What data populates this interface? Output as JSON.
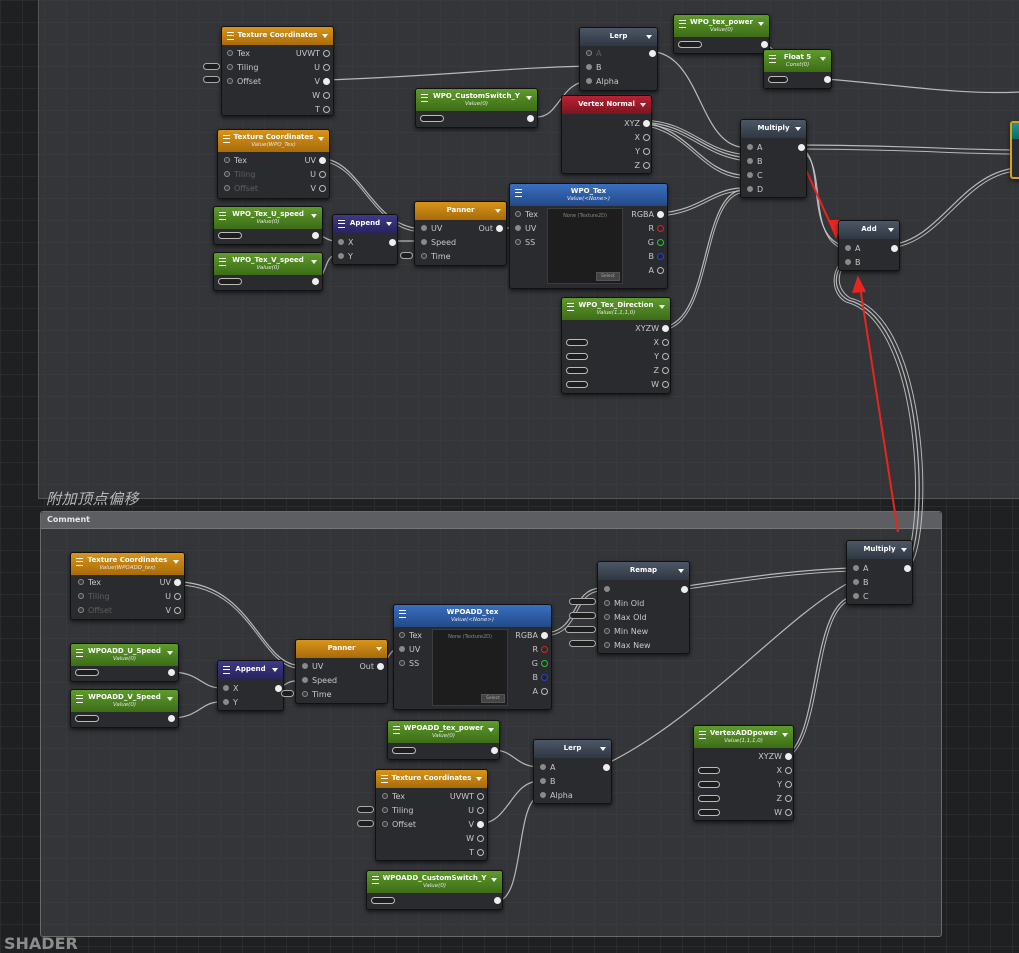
{
  "comment": {
    "title": "附加顶点偏移",
    "bar_label": "Comment"
  },
  "footer": {
    "label": "SHADER"
  },
  "defaults": {
    "value0": "Value(0)",
    "const0": "Const(0)"
  },
  "nodes": {
    "tc1": {
      "title": "Texture Coordinates",
      "pins": [
        "Tex",
        "Tiling",
        "Offset",
        "UVWT",
        "U",
        "V",
        "W",
        "T"
      ]
    },
    "tc2": {
      "title": "Texture Coordinates",
      "subtitle": "Value(WPO_Tex)",
      "pins": [
        "Tex",
        "Tiling",
        "Offset",
        "UV",
        "U",
        "V"
      ]
    },
    "wpo_u": {
      "title": "WPO_Tex_U_speed",
      "subtitle": "Value(0)"
    },
    "wpo_v": {
      "title": "WPO_Tex_V_speed",
      "subtitle": "Value(0)"
    },
    "append1": {
      "title": "Append",
      "pins": [
        "X",
        "Y"
      ]
    },
    "panner1": {
      "title": "Panner",
      "pins": [
        "UV",
        "Speed",
        "Time",
        "Out"
      ]
    },
    "wpo_tex": {
      "title": "WPO_Tex",
      "subtitle": "Value(<None>)",
      "pins": [
        "Tex",
        "UV",
        "SS",
        "RGBA",
        "R",
        "G",
        "B",
        "A"
      ],
      "preview": "None (Texture2D)",
      "select": "Select"
    },
    "switch1": {
      "title": "WPO_CustomSwitch_Y",
      "subtitle": "Value(0)"
    },
    "lerp1": {
      "title": "Lerp",
      "pins": [
        "A",
        "B",
        "Alpha"
      ]
    },
    "texpower": {
      "title": "WPO_tex_power",
      "subtitle": "Value(0)"
    },
    "float5": {
      "title": "Float 5",
      "subtitle": "Const(0)"
    },
    "vnormal": {
      "title": "Vertex Normal",
      "pins": [
        "XYZ",
        "X",
        "Y",
        "Z"
      ]
    },
    "mul1": {
      "title": "Multiply",
      "pins": [
        "A",
        "B",
        "C",
        "D"
      ]
    },
    "add": {
      "title": "Add",
      "pins": [
        "A",
        "B"
      ]
    },
    "direction": {
      "title": "WPO_Tex_Direction",
      "subtitle": "Value(1,1,1,0)",
      "pins": [
        "XYZW",
        "X",
        "Y",
        "Z",
        "W"
      ]
    },
    "tc3": {
      "title": "Texture Coordinates",
      "subtitle": "Value(WPOADD_tex)",
      "pins": [
        "Tex",
        "Tiling",
        "Offset",
        "UV",
        "U",
        "V"
      ]
    },
    "add_u": {
      "title": "WPOADD_U_Speed",
      "subtitle": "Value(0)"
    },
    "add_v": {
      "title": "WPOADD_V_Speed",
      "subtitle": "Value(0)"
    },
    "append2": {
      "title": "Append",
      "pins": [
        "X",
        "Y"
      ]
    },
    "panner2": {
      "title": "Panner",
      "pins": [
        "UV",
        "Speed",
        "Time",
        "Out"
      ]
    },
    "add_tex": {
      "title": "WPOADD_tex",
      "subtitle": "Value(<None>)",
      "pins": [
        "Tex",
        "UV",
        "SS",
        "RGBA",
        "R",
        "G",
        "B",
        "A"
      ],
      "preview": "None (Texture2D)",
      "select": "Select"
    },
    "remap": {
      "title": "Remap",
      "pins": [
        "Min Old",
        "Max Old",
        "Min New",
        "Max New"
      ]
    },
    "mul2": {
      "title": "Multiply",
      "pins": [
        "A",
        "B",
        "C"
      ]
    },
    "add_power": {
      "title": "WPOADD_tex_power",
      "subtitle": "Value(0)"
    },
    "lerp2": {
      "title": "Lerp",
      "pins": [
        "A",
        "B",
        "Alpha"
      ]
    },
    "tc4": {
      "title": "Texture Coordinates",
      "pins": [
        "Tex",
        "Tiling",
        "Offset",
        "UVWT",
        "U",
        "V",
        "W",
        "T"
      ]
    },
    "vadd_power": {
      "title": "VertexADDpower",
      "subtitle": "Value(1,1,1,0)",
      "pins": [
        "XYZW",
        "X",
        "Y",
        "Z",
        "W"
      ]
    },
    "switch2": {
      "title": "WPOADD_CustomSwitch_Y",
      "subtitle": "Value(0)"
    }
  }
}
